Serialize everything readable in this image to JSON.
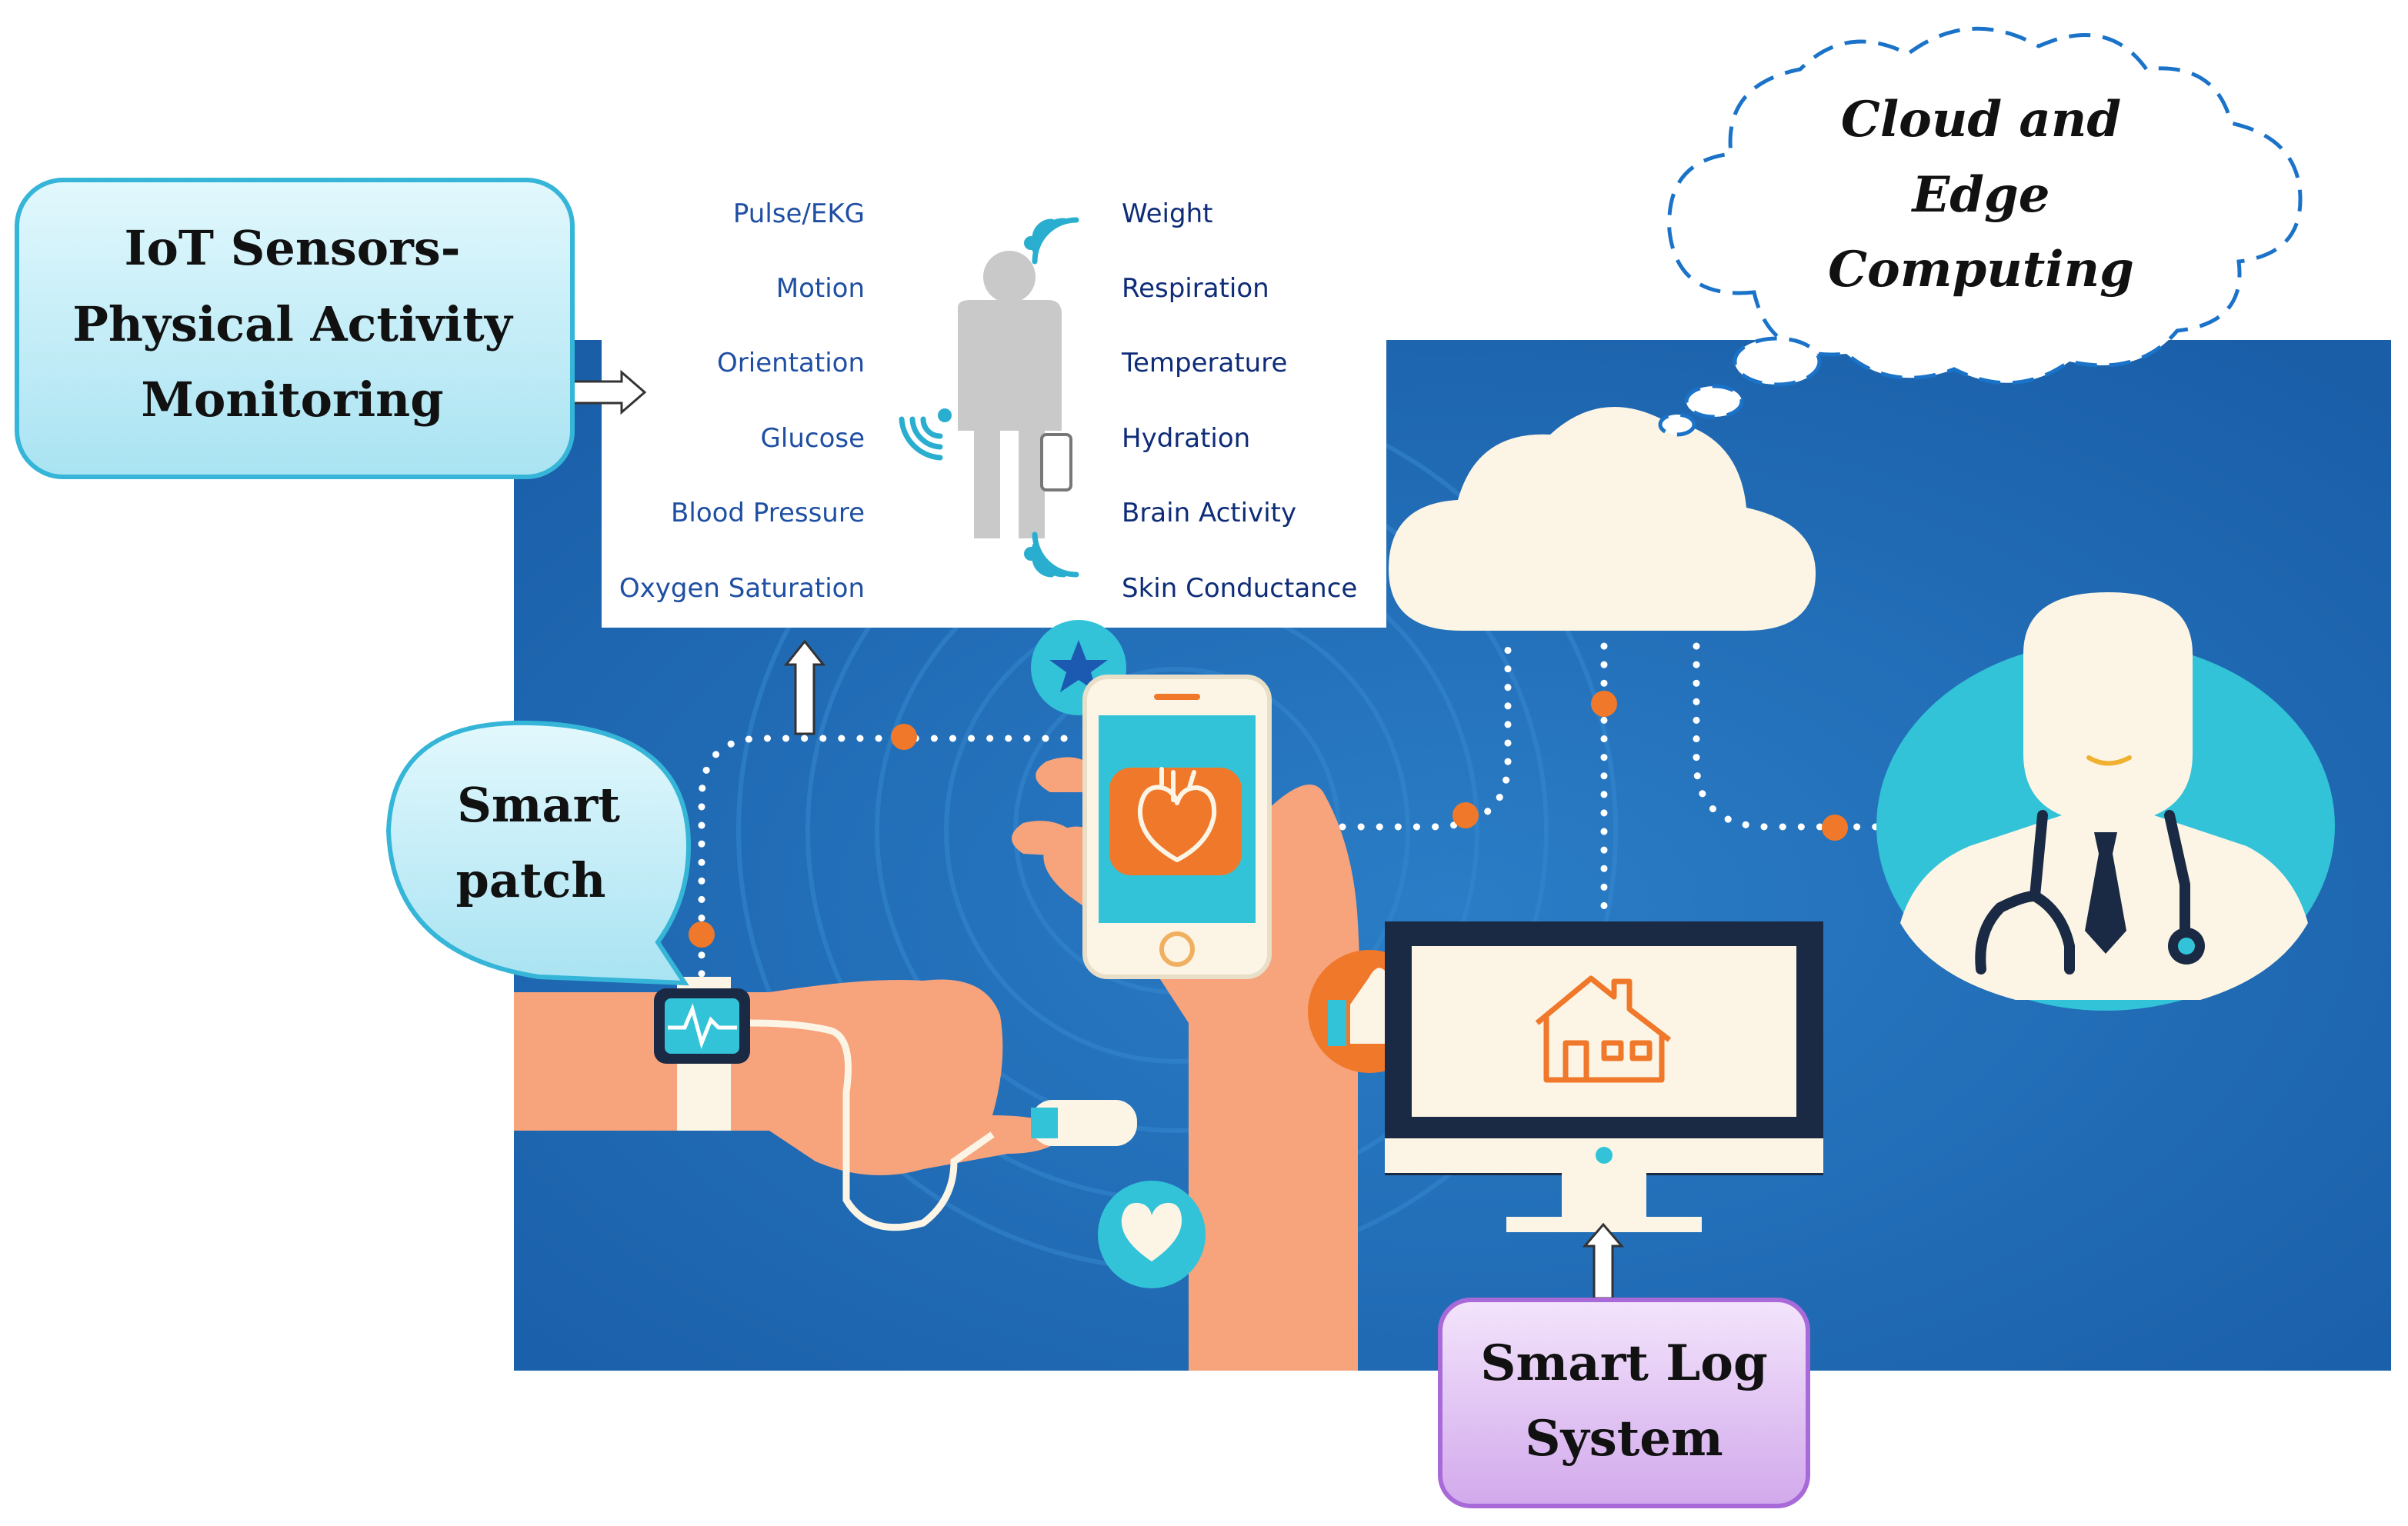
{
  "boxes": {
    "iot": {
      "line1": "IoT Sensors-",
      "line2": "Physical Activity",
      "line3": "Monitoring"
    },
    "patch": {
      "line1": "Smart",
      "line2": "patch"
    },
    "cloud": {
      "line1": "Cloud and",
      "line2": "Edge",
      "line3": "Computing"
    },
    "log": {
      "line1": "Smart Log",
      "line2": "System"
    }
  },
  "sensors": {
    "left": [
      "Pulse/EKG",
      "Motion",
      "Orientation",
      "Glucose",
      "Blood Pressure",
      "Oxygen Saturation"
    ],
    "right": [
      "Weight",
      "Respiration",
      "Temperature",
      "Hydration",
      "Brain Activity",
      "Skin Conductance"
    ]
  },
  "colors": {
    "background": "#1c67b0",
    "cyan": "#32c3d8",
    "orange": "#f0782a",
    "skin": "#f7a37c",
    "cream": "#fcf5e5",
    "callout": "#c7eef8",
    "log_box": "#e3c6f1",
    "sensor_left": "#1f4fa3",
    "sensor_right": "#0e2c78"
  },
  "icons": [
    "heart-icon",
    "star-icon",
    "thumbs-up-icon",
    "home-icon",
    "heart-like-icon",
    "person-icon",
    "stethoscope-icon",
    "cloud-icon",
    "phone-icon",
    "smartwatch-icon",
    "monitor-icon",
    "doctor-icon"
  ]
}
